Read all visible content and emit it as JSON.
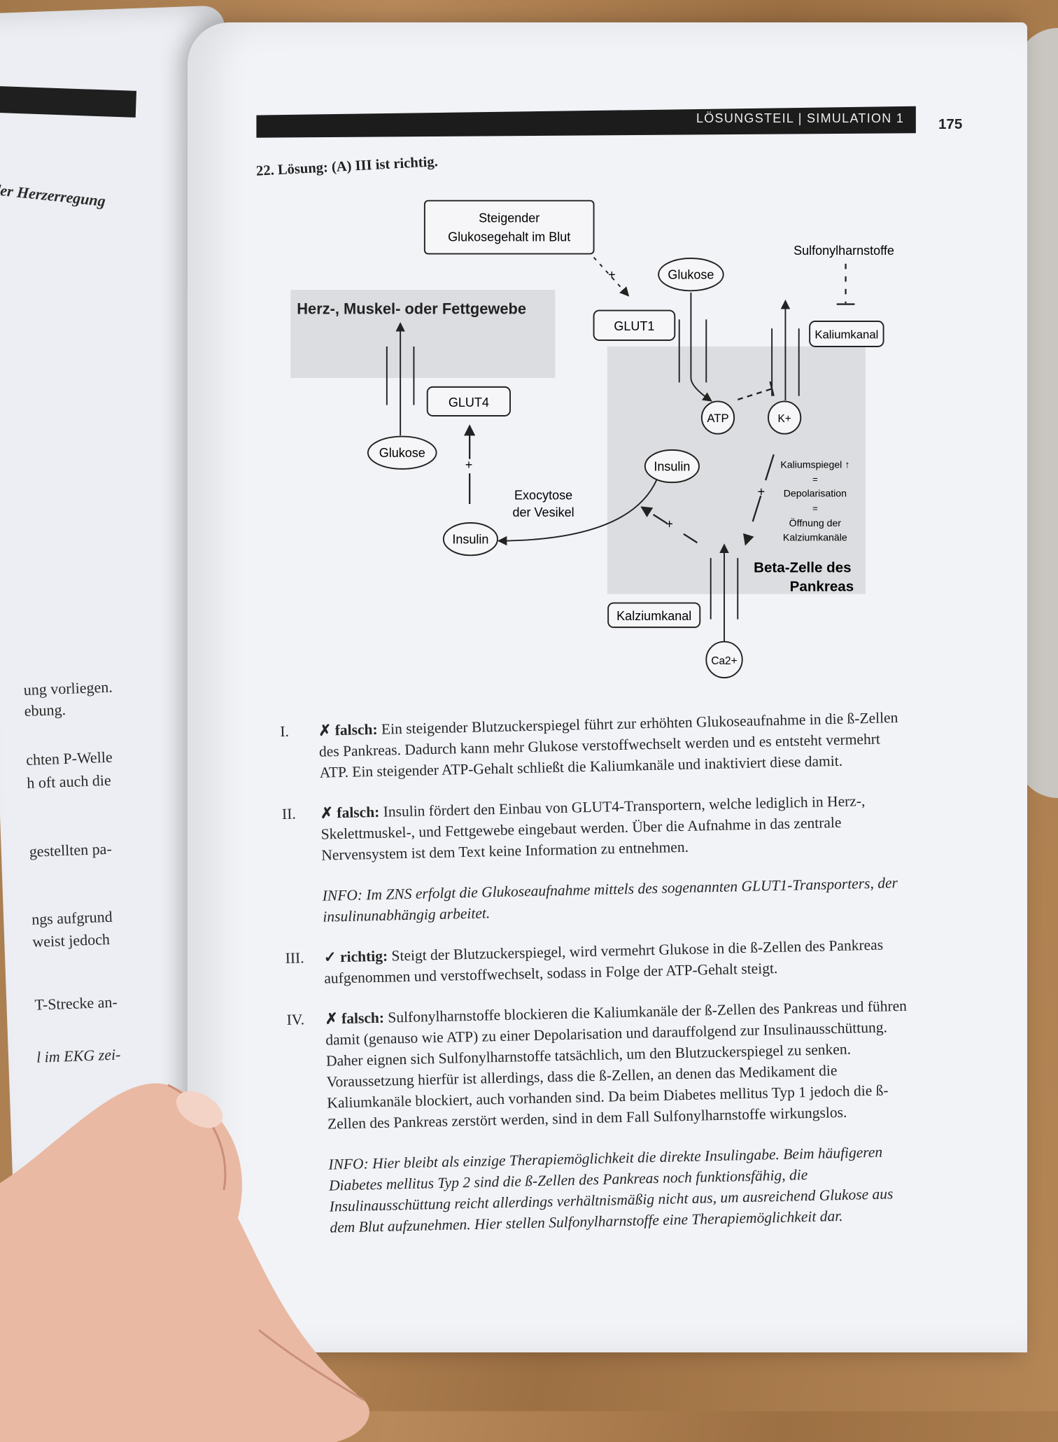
{
  "left_page": {
    "heading_fragment": "der Herzerregung",
    "lines": [
      "ung vorliegen.",
      "ebung.",
      "chten P-Welle",
      "h oft auch die",
      "gestellten pa-",
      "ngs aufgrund",
      " weist jedoch",
      "T-Strecke an-",
      "l im EKG zei-"
    ]
  },
  "header": {
    "section": "LÖSUNGSTEIL | SIMULATION 1",
    "page_number": "175"
  },
  "question": {
    "title": "22. Lösung: (A) III ist richtig."
  },
  "diagram": {
    "stimulus_line1": "Steigender",
    "stimulus_line2": "Glukosegehalt im Blut",
    "tissue_label": "Herz-, Muskel- oder Fettgewebe",
    "glut1": "GLUT1",
    "glut4": "GLUT4",
    "glukose_top": "Glukose",
    "glukose_left": "Glukose",
    "sulfonyl": "Sulfonylharnstoffe",
    "kaliumkanal": "Kaliumkanal",
    "atp": "ATP",
    "k_plus": "K+",
    "insulin_cell": "Insulin",
    "insulin_out": "Insulin",
    "exocytose_line1": "Exocytose",
    "exocytose_line2": "der Vesikel",
    "plus": "+",
    "kaliumspiegel": "Kaliumspiegel ↑",
    "equals": "=",
    "depolarisation": "Depolarisation",
    "oeffnung_line1": "Öffnung der",
    "oeffnung_line2": "Kalziumkanäle",
    "beta_line1": "Beta-Zelle des",
    "beta_line2": "Pankreas",
    "kalziumkanal": "Kalziumkanal",
    "ca": "Ca2+"
  },
  "items": [
    {
      "num": "I.",
      "verdict": "✗ falsch:",
      "text": " Ein steigender Blutzuckerspiegel führt zur erhöhten Glukoseaufnahme in die ß-Zellen des Pankreas. Dadurch kann mehr Glukose verstoffwechselt werden und es entsteht vermehrt ATP. Ein steigender ATP-Gehalt schließt die Kaliumkanäle und inaktiviert diese damit."
    },
    {
      "num": "II.",
      "verdict": "✗ falsch:",
      "text": " Insulin fördert den Einbau von GLUT4-Transportern, welche lediglich in Herz-, Skelettmuskel-, und Fettgewebe eingebaut werden. Über die Aufnahme in das zentrale Nervensystem ist dem Text keine Information zu entnehmen."
    },
    {
      "info": "INFO: Im ZNS erfolgt die Glukoseaufnahme mittels des sogenannten GLUT1-Transporters, der insulinunabhängig arbeitet."
    },
    {
      "num": "III.",
      "verdict": "✓ richtig:",
      "text": " Steigt der Blutzuckerspiegel, wird vermehrt Glukose in die ß-Zellen des Pankreas aufgenommen und verstoffwechselt, sodass in Folge der ATP-Gehalt steigt."
    },
    {
      "num": "IV.",
      "verdict": "✗ falsch:",
      "text": " Sulfonylharnstoffe blockieren die Kaliumkanäle der ß-Zellen des Pankreas und führen damit (genauso wie ATP) zu einer Depolarisation und darauffolgend zur Insulinausschüttung. Daher eignen sich Sulfonylharnstoffe tatsächlich, um den Blutzuckerspiegel zu senken. Voraussetzung hierfür ist allerdings, dass die ß-Zellen, an denen das Medikament die Kaliumkanäle blockiert, auch vorhanden sind. Da beim Diabetes mellitus Typ 1 jedoch die ß-Zellen des Pankreas zerstört werden, sind in dem Fall Sulfonylharnstoffe wirkungslos."
    },
    {
      "info": "INFO: Hier bleibt als einzige Therapiemöglichkeit die direkte Insulingabe. Beim häufigeren Diabetes mellitus Typ 2 sind die ß-Zellen des Pankreas noch funktionsfähig, die Insulinausschüttung reicht allerdings verhältnismäßig nicht aus, um ausreichend Glukose aus dem Blut aufzunehmen. Hier stellen Sulfonylharnstoffe eine Therapiemöglichkeit dar."
    }
  ]
}
